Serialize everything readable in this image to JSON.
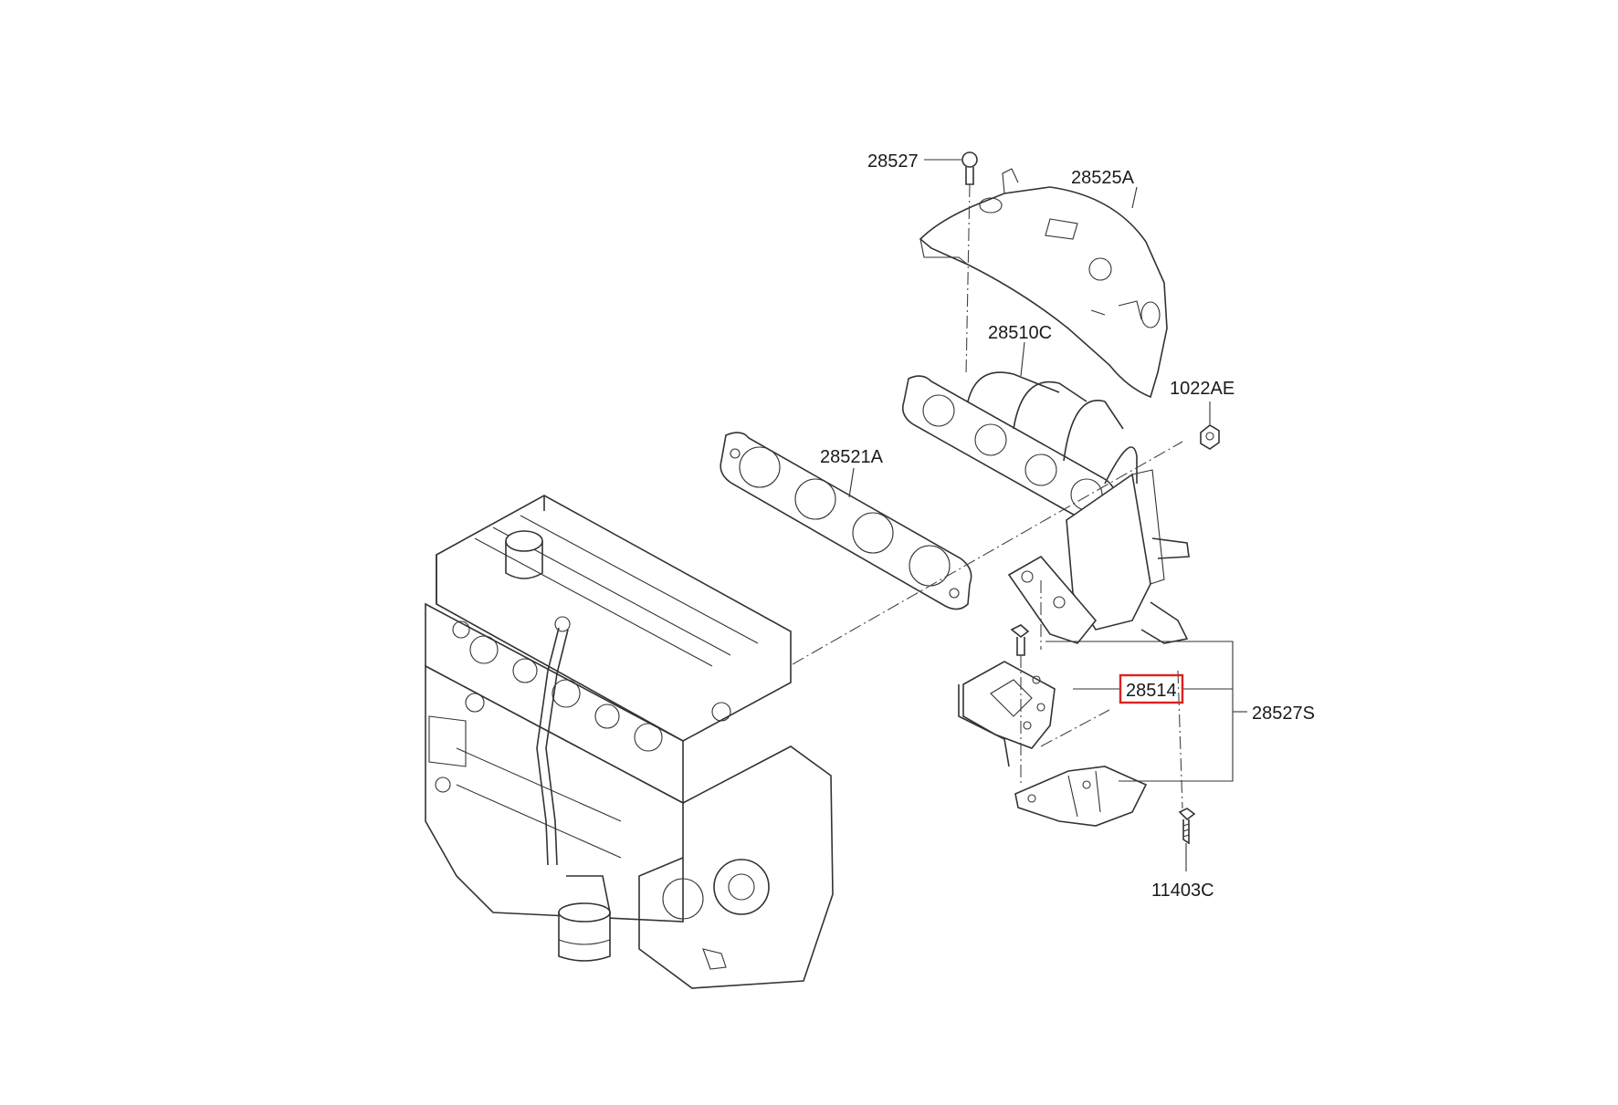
{
  "parts": {
    "p28527": "28527",
    "p28525A": "28525A",
    "p28510C": "28510C",
    "p1022AE": "1022AE",
    "p28521A": "28521A",
    "p28514": "28514",
    "p28527S": "28527S",
    "p11403C": "11403C"
  },
  "highlight": {
    "part": "28514",
    "color": "#e02020"
  }
}
